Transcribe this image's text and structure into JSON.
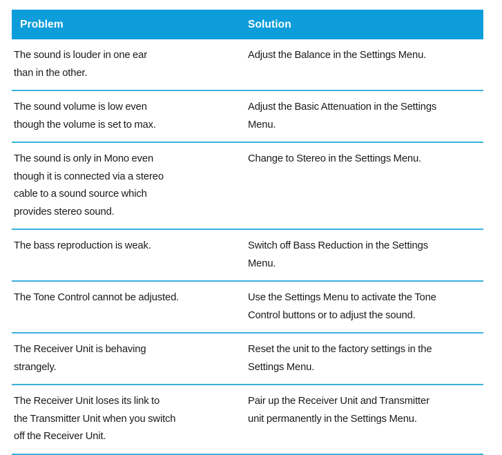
{
  "table": {
    "accent_color": "#0D9DDB",
    "divider_color": "#3BB0DC",
    "header_text_color": "#FFFFFF",
    "body_text_color": "#1A1A1A",
    "columns": [
      {
        "key": "problem",
        "label": "Problem"
      },
      {
        "key": "solution",
        "label": "Solution"
      }
    ],
    "rows": [
      {
        "problem_lines": [
          "The sound is louder in one ear",
          "than in the other."
        ],
        "solution_lines": [
          "Adjust the Balance in the Settings Menu."
        ],
        "problem": "The sound is louder in one ear than in the other.",
        "solution": "Adjust the Balance in the Settings Menu."
      },
      {
        "problem_lines": [
          "The sound volume is low even",
          "though the volume is set to max."
        ],
        "solution_lines": [
          "Adjust the Basic Attenuation in the Settings",
          "Menu."
        ],
        "problem": "The sound volume is low even though the volume is set to max.",
        "solution": "Adjust the Basic Attenuation in the Settings Menu."
      },
      {
        "problem_lines": [
          "The sound is only in Mono even",
          "though it is connected via a stereo",
          "cable to a sound source which",
          "provides stereo sound."
        ],
        "solution_lines": [
          "Change to Stereo in the Settings Menu."
        ],
        "problem": "The sound is only in Mono even though it is connected via a stereo cable to a sound source which provides stereo sound.",
        "solution": "Change to Stereo in the Settings Menu."
      },
      {
        "problem_lines": [
          "The bass reproduction is weak."
        ],
        "solution_lines": [
          "Switch off Bass Reduction in the Settings",
          "Menu."
        ],
        "problem": "The bass reproduction is weak.",
        "solution": "Switch off Bass Reduction in the Settings Menu."
      },
      {
        "problem_lines": [
          "The Tone Control cannot be adjusted."
        ],
        "solution_lines": [
          "Use the Settings Menu to activate the Tone",
          "Control buttons or to adjust the sound."
        ],
        "problem": "The Tone Control cannot be adjusted.",
        "solution": "Use the Settings Menu to activate the Tone Control buttons or to adjust the sound."
      },
      {
        "problem_lines": [
          "The Receiver Unit is behaving",
          "strangely."
        ],
        "solution_lines": [
          "Reset the unit to the factory settings in the",
          "Settings Menu."
        ],
        "problem": "The Receiver Unit is behaving strangely.",
        "solution": "Reset the unit to the factory settings in the Settings Menu."
      },
      {
        "problem_lines": [
          "The Receiver Unit loses its link to",
          "the Transmitter Unit when you switch",
          "off the Receiver Unit."
        ],
        "solution_lines": [
          "Pair up the Receiver Unit and Transmitter",
          "unit permanently in the Settings Menu."
        ],
        "problem": "The Receiver Unit loses its link to the Transmitter Unit when you switch off the Receiver Unit.",
        "solution": "Pair up the Receiver Unit and Transmitter unit permanently in the Settings Menu."
      }
    ]
  }
}
